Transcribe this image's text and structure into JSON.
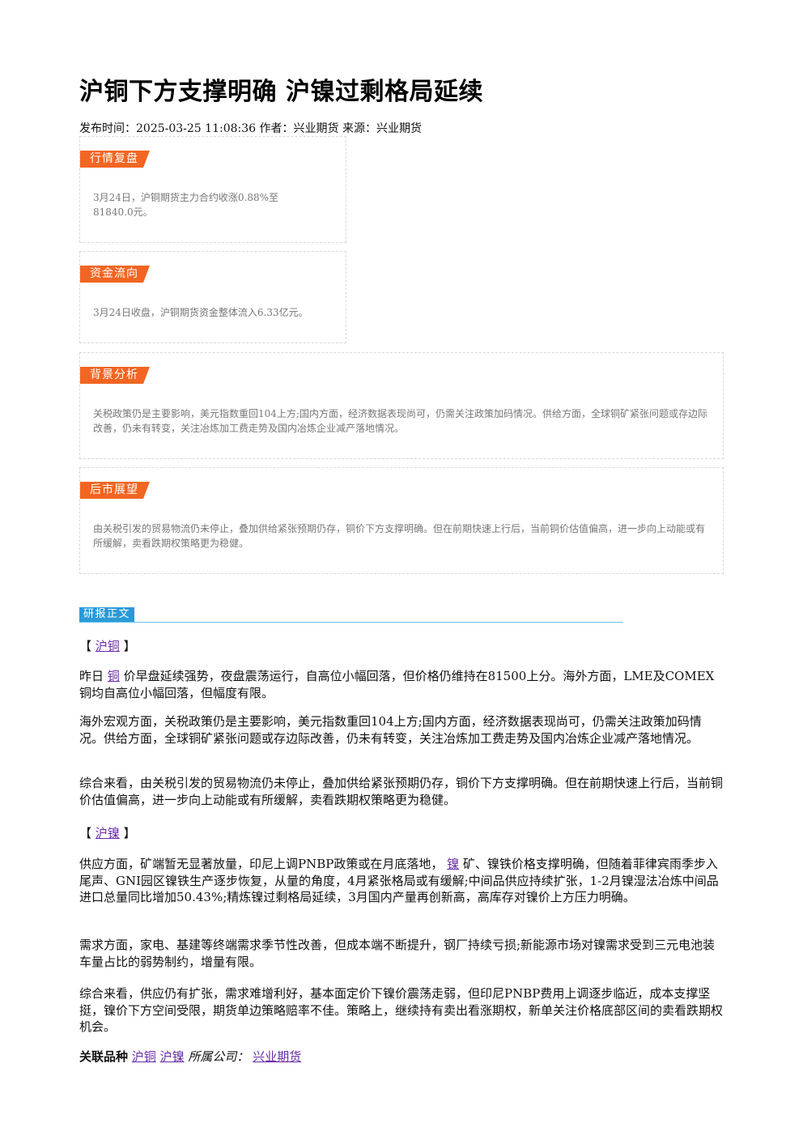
{
  "article": {
    "title": "沪铜下方支撑明确 沪镍过剩格局延续",
    "meta": "发布时间：2025-03-25 11:08:36 作者：兴业期货 来源：兴业期货"
  },
  "cards": [
    {
      "tag": "行情复盘",
      "text": "3月24日，沪铜期货主力合约收涨0.88%至81840.0元。"
    },
    {
      "tag": "资金流向",
      "text": "3月24日收盘，沪铜期货资金整体流入6.33亿元。"
    },
    {
      "tag": "背景分析",
      "text": "关税政策仍是主要影响，美元指数重回104上方;国内方面，经济数据表现尚可，仍需关注政策加码情况。供给方面，全球铜矿紧张问题或存边际改善，仍未有转变，关注冶炼加工费走势及国内冶炼企业减产落地情况。"
    },
    {
      "tag": "后市展望",
      "text": "由关税引发的贸易物流仍未停止，叠加供给紧张预期仍存，铜价下方支撑明确。但在前期快速上行后，当前铜价估值偏高，进一步向上动能或有所缓解，卖看跌期权策略更为稳健。"
    }
  ],
  "body": {
    "section_label": "研报正文",
    "copper": {
      "bracket_open": "【",
      "bracket_close": "】",
      "link": "沪铜",
      "p1_pre": "昨日",
      "p1_link": "铜",
      "p1_post": "价早盘延续强势，夜盘震荡运行，自高位小幅回落，但价格仍维持在81500上分。海外方面，LME及COMEX铜均自高位小幅回落，但幅度有限。",
      "p2": "海外宏观方面，关税政策仍是主要影响，美元指数重回104上方;国内方面，经济数据表现尚可，仍需关注政策加码情况。供给方面，全球铜矿紧张问题或存边际改善，仍未有转变，关注冶炼加工费走势及国内冶炼企业减产落地情况。",
      "p3": "综合来看，由关税引发的贸易物流仍未停止，叠加供给紧张预期仍存，铜价下方支撑明确。但在前期快速上行后，当前铜价估值偏高，进一步向上动能或有所缓解，卖看跌期权策略更为稳健。"
    },
    "nickel": {
      "bracket_open": "【",
      "bracket_close": "】",
      "link": "沪镍",
      "p1_pre": "供应方面，矿端暂无显著放量，印尼上调PNBP政策或在月底落地，",
      "p1_link": "镍",
      "p1_post": "矿、镍铁价格支撑明确，但随着菲律宾雨季步入尾声、GNI园区镍铁生产逐步恢复，从量的角度，4月紧张格局或有缓解;中间品供应持续扩张，1-2月镍湿法冶炼中间品进口总量同比增加50.43%;精炼镍过剩格局延续，3月国内产量再创新高，高库存对镍价上方压力明确。",
      "p2": "需求方面，家电、基建等终端需求季节性改善，但成本端不断提升，钢厂持续亏损;新能源市场对镍需求受到三元电池装车量占比的弱势制约，增量有限。",
      "p3": "综合来看，供应仍有扩张，需求难增利好，基本面定价下镍价震荡走弱，但印尼PNBP费用上调逐步临近，成本支撑坚挺，镍价下方空间受限，期货单边策略赔率不佳。策略上，继续持有卖出看涨期权，新单关注价格底部区间的卖看跌期权机会。"
    }
  },
  "footer": {
    "related_label": "关联品种",
    "related_1": "沪铜",
    "related_2": "沪镍",
    "company_label": "所属公司：",
    "company": "兴业期货"
  }
}
